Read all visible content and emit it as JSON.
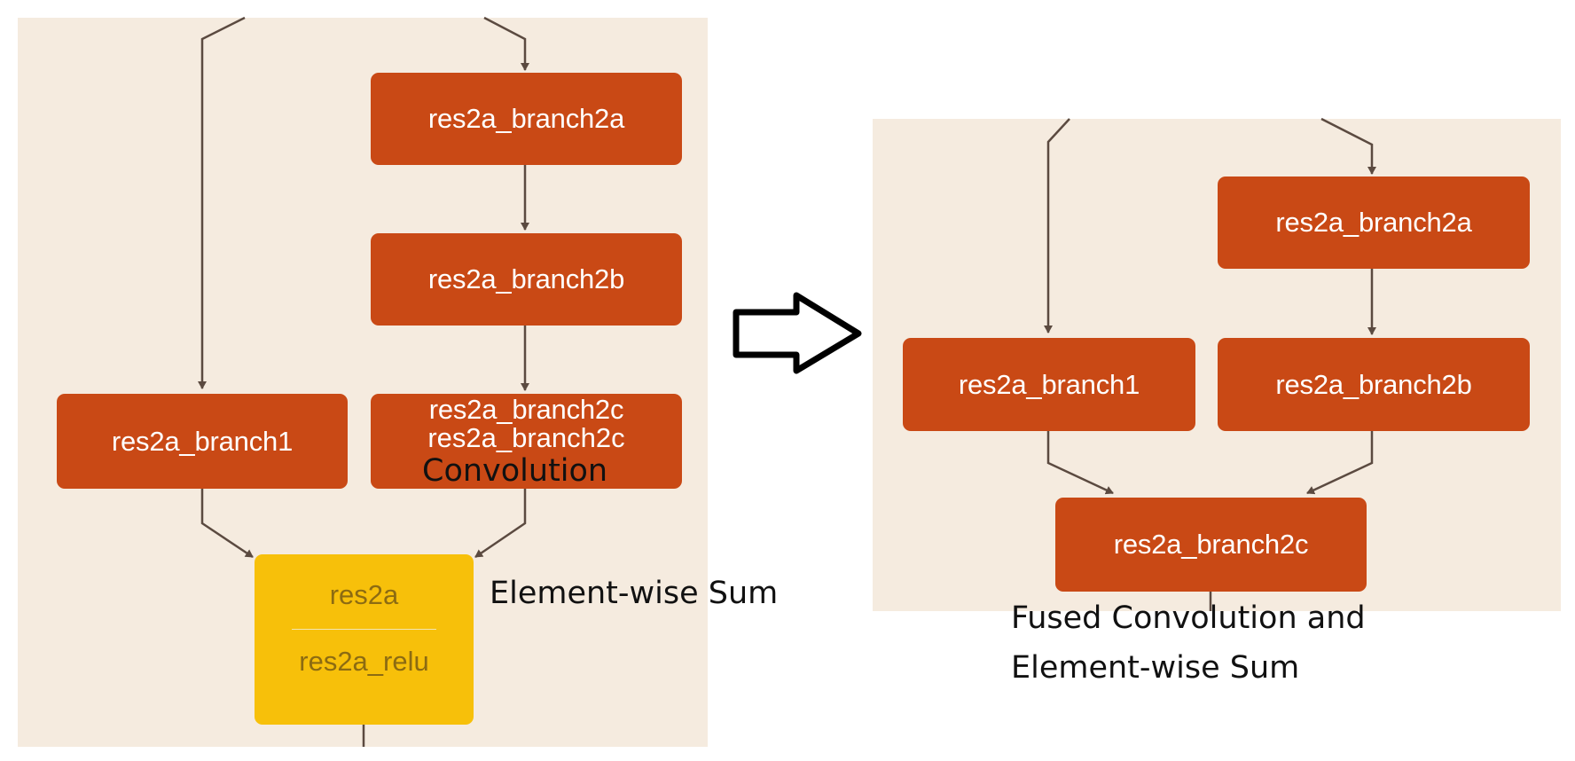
{
  "left_graph": {
    "nodes": {
      "branch2a": "res2a_branch2a",
      "branch2b": "res2a_branch2b",
      "branch1": "res2a_branch1",
      "branch2c": "res2a_branch2c",
      "sum_top": "res2a",
      "sum_bottom": "res2a_relu"
    },
    "annotations": {
      "convolution": "Convolution",
      "elementwise_sum": "Element-wise Sum"
    }
  },
  "right_graph": {
    "nodes": {
      "branch2a": "res2a_branch2a",
      "branch1": "res2a_branch1",
      "branch2b": "res2a_branch2b",
      "branch2c": "res2a_branch2c"
    },
    "annotations": {
      "fused_line1": "Fused Convolution and",
      "fused_line2": "Element-wise Sum"
    }
  },
  "colors": {
    "panel_background": "#f5ebdf",
    "conv_node": "#c94915",
    "sum_node": "#f7c00a",
    "edge": "#5b4a40",
    "arrow_outline": "#000000"
  },
  "icons": {
    "transform_arrow": "right-arrow-outline-icon"
  }
}
